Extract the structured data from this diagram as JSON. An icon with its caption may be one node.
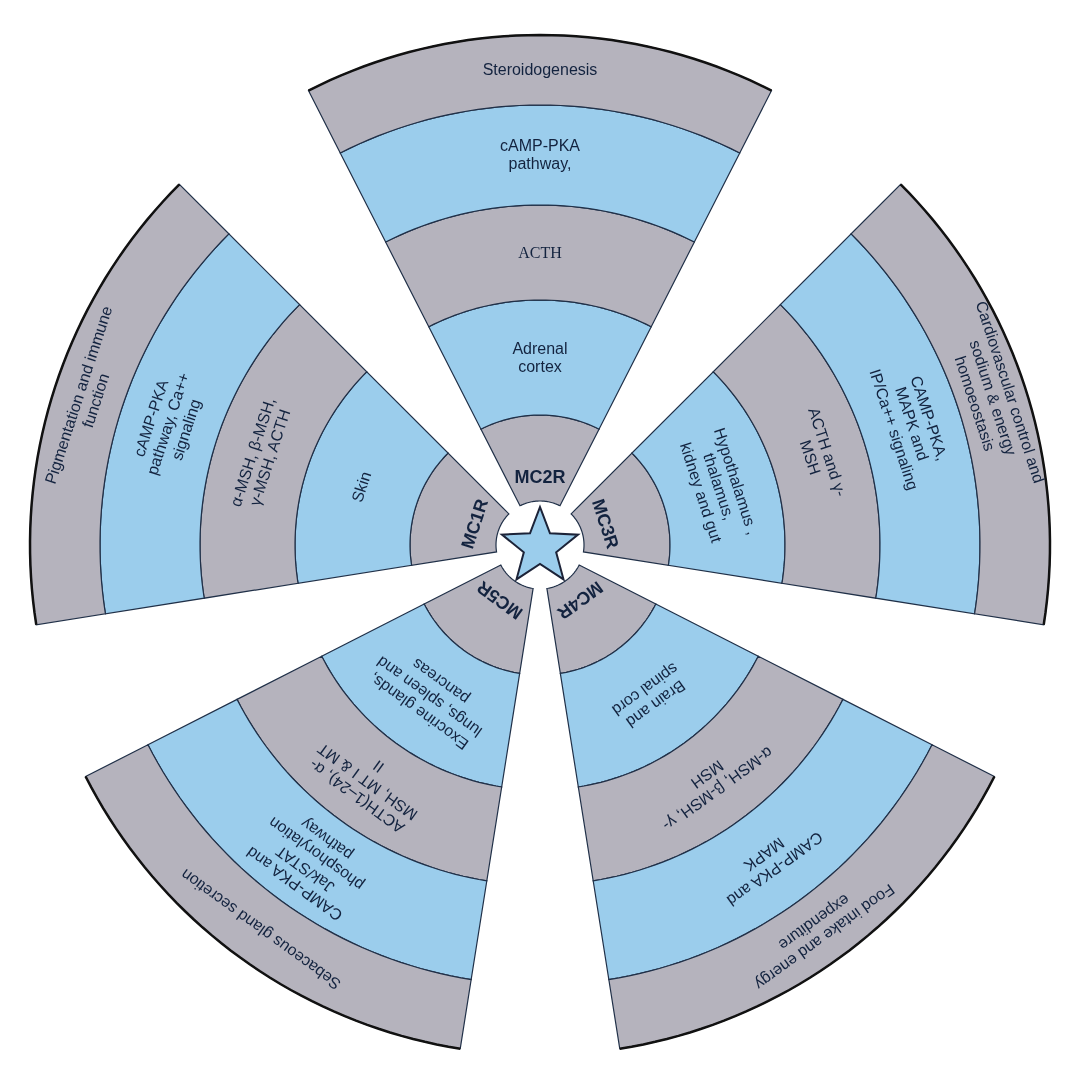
{
  "diagram": {
    "nodes": [
      {
        "text": [
          "MC1R"
        ]
      },
      {
        "text": [
          "Skin"
        ]
      },
      {
        "text": [
          "α-MSH, β-MSH, γ-MSH, ACTH"
        ]
      },
      {
        "text": [
          "cAMP-PKA pathway, Ca++ signaling"
        ]
      },
      {
        "text": [
          "Pigmentation and immune function"
        ]
      },
      {
        "text": [
          "MC2R"
        ]
      },
      {
        "text": [
          "Adrenal cortex"
        ]
      },
      {
        "text": [
          "ACTH"
        ]
      },
      {
        "text": [
          "cAMP-PKA pathway,"
        ]
      },
      {
        "text": [
          "Steroidogenesis"
        ]
      },
      {
        "text": [
          "MC3R"
        ]
      },
      {
        "text": [
          "Hypothalamus , thalamus, kidney and gut"
        ]
      },
      {
        "text": [
          "ACTH and γ-MSH"
        ]
      },
      {
        "text": [
          "CAMP-PKA, MAPK and IP/Ca++ signaling"
        ]
      },
      {
        "text": [
          "Cardiovascular control and sodium & energy homoeostasis"
        ]
      },
      {
        "text": [
          "MC4R"
        ]
      },
      {
        "text": [
          "Brain and spinal cord"
        ]
      },
      {
        "text": [
          "α-MSH, β-MSH, γ-MSH"
        ]
      },
      {
        "text": [
          "CAMP-PKA and MAPK"
        ]
      },
      {
        "text": [
          "Food intake and energy expenditure"
        ]
      },
      {
        "text": [
          "MC5R"
        ]
      },
      {
        "text": [
          "Exocrine glands, lungs, spleen and pancreas"
        ]
      },
      {
        "text": [
          "ACTH(1–24), α-MSH, MT I & MT II"
        ]
      },
      {
        "text": [
          "CAMP-PKA and Jak/STAT phosphorylation pathway"
        ]
      },
      {
        "text": [
          "Sebaceous gland secretion"
        ]
      },
      {
        "text": [],
        "shape": "star"
      }
    ]
  }
}
